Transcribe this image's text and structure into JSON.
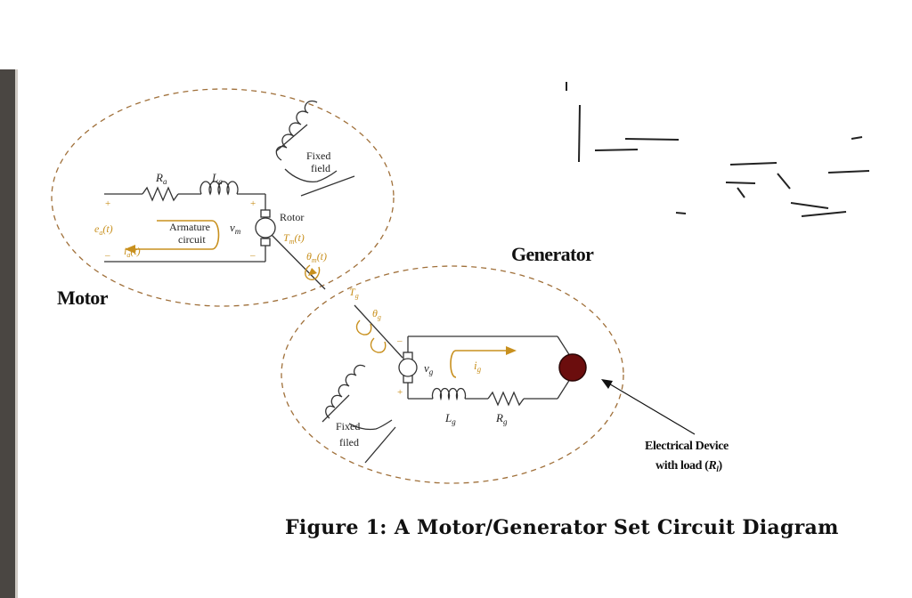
{
  "motor": {
    "title": "Motor",
    "Ra": "R",
    "Ra_sub": "a",
    "La": "L",
    "La_sub": "a",
    "armature_line1": "Armature",
    "armature_line2": "circuit",
    "vm": "v",
    "vm_sub": "m",
    "rotor": "Rotor",
    "fixed_field_line1": "Fixed",
    "fixed_field_line2": "field",
    "ea": "e",
    "ea_sub": "a",
    "ea_arg": "(t)",
    "ia": "i",
    "ia_sub": "a",
    "ia_arg": "(t)",
    "Tm": "T",
    "Tm_sub": "m",
    "Tm_arg": "(t)",
    "theta": "θ",
    "theta_sub": "m",
    "theta_arg": "(t)",
    "plus": "+",
    "minus": "–"
  },
  "generator": {
    "title": "Generator",
    "Tg": "T",
    "Tg_sub": "g",
    "theta": "θ",
    "theta_sub": "g",
    "vg": "v",
    "vg_sub": "g",
    "ig": "i",
    "ig_sub": "g",
    "Lg": "L",
    "Lg_sub": "g",
    "Rg": "R",
    "Rg_sub": "g",
    "fixed_filed_line1": "Fixed",
    "fixed_filed_line2": "filed",
    "plus": "+",
    "minus": "–"
  },
  "device": {
    "line1": "Electrical Device",
    "line2_prefix": "with load (",
    "line2_var": "R",
    "line2_sub": "l",
    "line2_suffix": ")"
  },
  "caption": "Figure 1: A Motor/Generator Set Circuit Diagram",
  "colors": {
    "orange": "#c8901e",
    "wire": "#333333",
    "dashed": "#a0703a",
    "device": "#6b0d0d"
  }
}
